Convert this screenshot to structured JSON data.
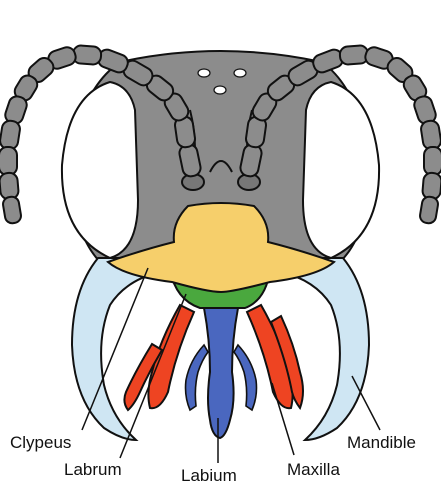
{
  "labels": {
    "clypeus": "Clypeus",
    "labrum": "Labrum",
    "labium": "Labium",
    "maxilla": "Maxilla",
    "mandible": "Mandible"
  },
  "colors": {
    "head": "#8c8c8c",
    "eye": "#ffffff",
    "antenna": "#8c8c8c",
    "clypeus": "#f6cf6b",
    "labrum": "#4aa83e",
    "labium": "#4a67bf",
    "maxilla": "#ee4422",
    "mandible": "#cfe6f3",
    "outline": "#111111"
  }
}
